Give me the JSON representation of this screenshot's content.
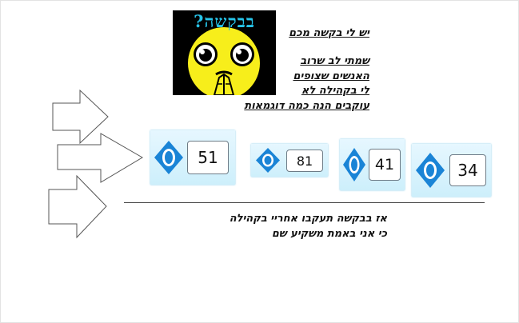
{
  "emoji": {
    "title": "?בבקשה",
    "icon": "pleading-smiley-icon",
    "colors": {
      "face": "#f7ee1b",
      "title": "#27c3e8",
      "background": "#000000"
    }
  },
  "notes": [
    "יש לי בקשה מכם",
    "שמתי לב שרוב",
    "האנשים שצופים",
    "לי בקהילה לא",
    "עוקבים הנה כמה דוגמאות"
  ],
  "view_badges": [
    {
      "icon": "eye-icon",
      "count": "51"
    },
    {
      "icon": "eye-icon",
      "count": "81"
    },
    {
      "icon": "eye-icon",
      "count": "41"
    },
    {
      "icon": "eye-icon",
      "count": "34"
    }
  ],
  "arrows": {
    "icon": "right-arrow-icon",
    "count": 3
  },
  "footer": [
    "אז בבקשה תעקבו אחריי בקהילה",
    "כי אני באמת משקיע שם"
  ],
  "colors": {
    "accent": "#1a84d6",
    "badge_bg": "#d6f2fc"
  }
}
